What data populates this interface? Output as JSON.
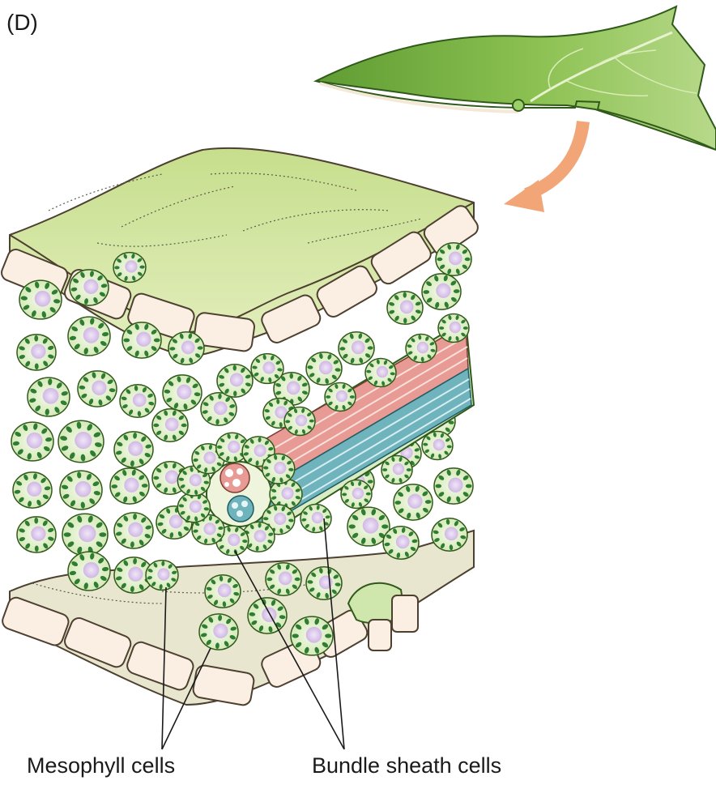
{
  "panel_label": "(D)",
  "labels": {
    "mesophyll": "Mesophyll cells",
    "bundle_sheath": "Bundle sheath cells"
  },
  "colors": {
    "leaf_green": "#7fb34a",
    "epidermis_top": "#d9e8b0",
    "epidermis_cell": "#fbeee2",
    "cell_fill": "#e6f2cf",
    "chloroplast": "#2e7d32",
    "nucleus": "#dcc8ec",
    "xylem": "#e89a94",
    "phloem": "#6fb3bc",
    "arrow": "#f2a678"
  }
}
